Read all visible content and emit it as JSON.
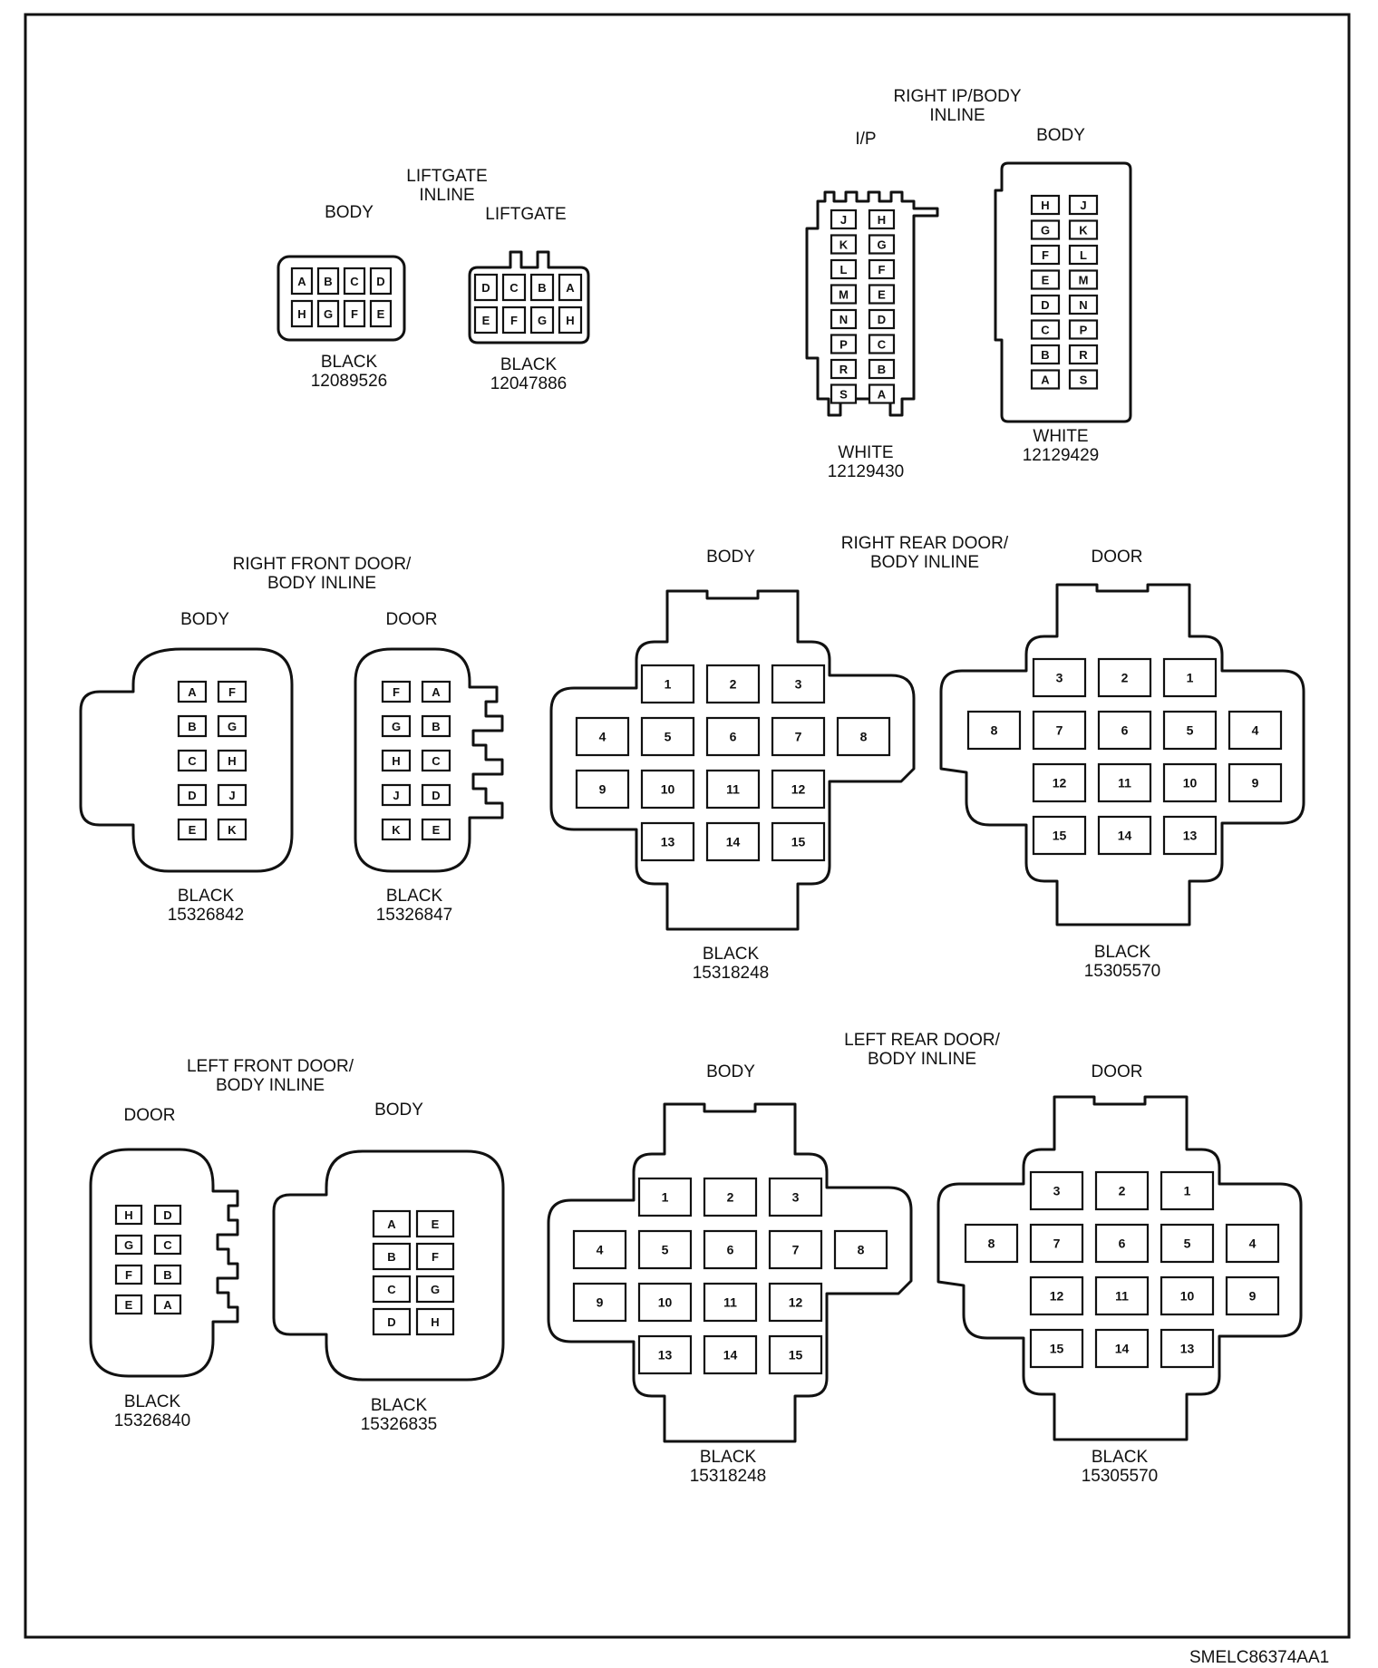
{
  "figure_id": "SMELC86374AA1",
  "groups": {
    "liftgate": {
      "title_1": "LIFTGATE",
      "title_2": "INLINE"
    },
    "right_ip": {
      "title_1": "RIGHT IP/BODY",
      "title_2": "INLINE"
    },
    "right_front": {
      "title_1": "RIGHT FRONT DOOR/",
      "title_2": "BODY INLINE"
    },
    "right_rear": {
      "title_1": "RIGHT REAR DOOR/",
      "title_2": "BODY INLINE"
    },
    "left_front": {
      "title_1": "LEFT FRONT DOOR/",
      "title_2": "BODY INLINE"
    },
    "left_rear": {
      "title_1": "LEFT REAR DOOR/",
      "title_2": "BODY INLINE"
    }
  },
  "connectors": [
    {
      "id": "liftgate-body",
      "side": "BODY",
      "color": "BLACK",
      "part": "12089526",
      "pins": [
        "A",
        "B",
        "C",
        "D",
        "H",
        "G",
        "F",
        "E"
      ]
    },
    {
      "id": "liftgate-liftgate",
      "side": "LIFTGATE",
      "color": "BLACK",
      "part": "12047886",
      "pins": [
        "D",
        "C",
        "B",
        "A",
        "E",
        "F",
        "G",
        "H"
      ]
    },
    {
      "id": "right-ip-ip",
      "side": "I/P",
      "color": "WHITE",
      "part": "12129430",
      "pins": [
        "J",
        "H",
        "K",
        "G",
        "L",
        "F",
        "M",
        "E",
        "N",
        "D",
        "P",
        "C",
        "R",
        "B",
        "S",
        "A"
      ]
    },
    {
      "id": "right-ip-body",
      "side": "BODY",
      "color": "WHITE",
      "part": "12129429",
      "pins": [
        "H",
        "J",
        "G",
        "K",
        "F",
        "L",
        "E",
        "M",
        "D",
        "N",
        "C",
        "P",
        "B",
        "R",
        "A",
        "S"
      ]
    },
    {
      "id": "right-front-body",
      "side": "BODY",
      "color": "BLACK",
      "part": "15326842",
      "pins": [
        "A",
        "F",
        "B",
        "G",
        "C",
        "H",
        "D",
        "J",
        "E",
        "K"
      ]
    },
    {
      "id": "right-front-door",
      "side": "DOOR",
      "color": "BLACK",
      "part": "15326847",
      "pins": [
        "F",
        "A",
        "G",
        "B",
        "H",
        "C",
        "J",
        "D",
        "K",
        "E"
      ]
    },
    {
      "id": "right-rear-body",
      "side": "BODY",
      "color": "BLACK",
      "part": "15318248",
      "pins": [
        "1",
        "2",
        "3",
        "4",
        "5",
        "6",
        "7",
        "8",
        "9",
        "10",
        "11",
        "12",
        "13",
        "14",
        "15"
      ]
    },
    {
      "id": "right-rear-door",
      "side": "DOOR",
      "color": "BLACK",
      "part": "15305570",
      "pins": [
        "3",
        "2",
        "1",
        "8",
        "7",
        "6",
        "5",
        "4",
        "12",
        "11",
        "10",
        "9",
        "15",
        "14",
        "13"
      ]
    },
    {
      "id": "left-front-door",
      "side": "DOOR",
      "color": "BLACK",
      "part": "15326840",
      "pins": [
        "H",
        "D",
        "G",
        "C",
        "F",
        "B",
        "E",
        "A"
      ]
    },
    {
      "id": "left-front-body",
      "side": "BODY",
      "color": "BLACK",
      "part": "15326835",
      "pins": [
        "A",
        "E",
        "B",
        "F",
        "C",
        "G",
        "D",
        "H"
      ]
    },
    {
      "id": "left-rear-body",
      "side": "BODY",
      "color": "BLACK",
      "part": "15318248",
      "pins": [
        "1",
        "2",
        "3",
        "4",
        "5",
        "6",
        "7",
        "8",
        "9",
        "10",
        "11",
        "12",
        "13",
        "14",
        "15"
      ]
    },
    {
      "id": "left-rear-door",
      "side": "DOOR",
      "color": "BLACK",
      "part": "15305570",
      "pins": [
        "3",
        "2",
        "1",
        "8",
        "7",
        "6",
        "5",
        "4",
        "12",
        "11",
        "10",
        "9",
        "15",
        "14",
        "13"
      ]
    }
  ]
}
